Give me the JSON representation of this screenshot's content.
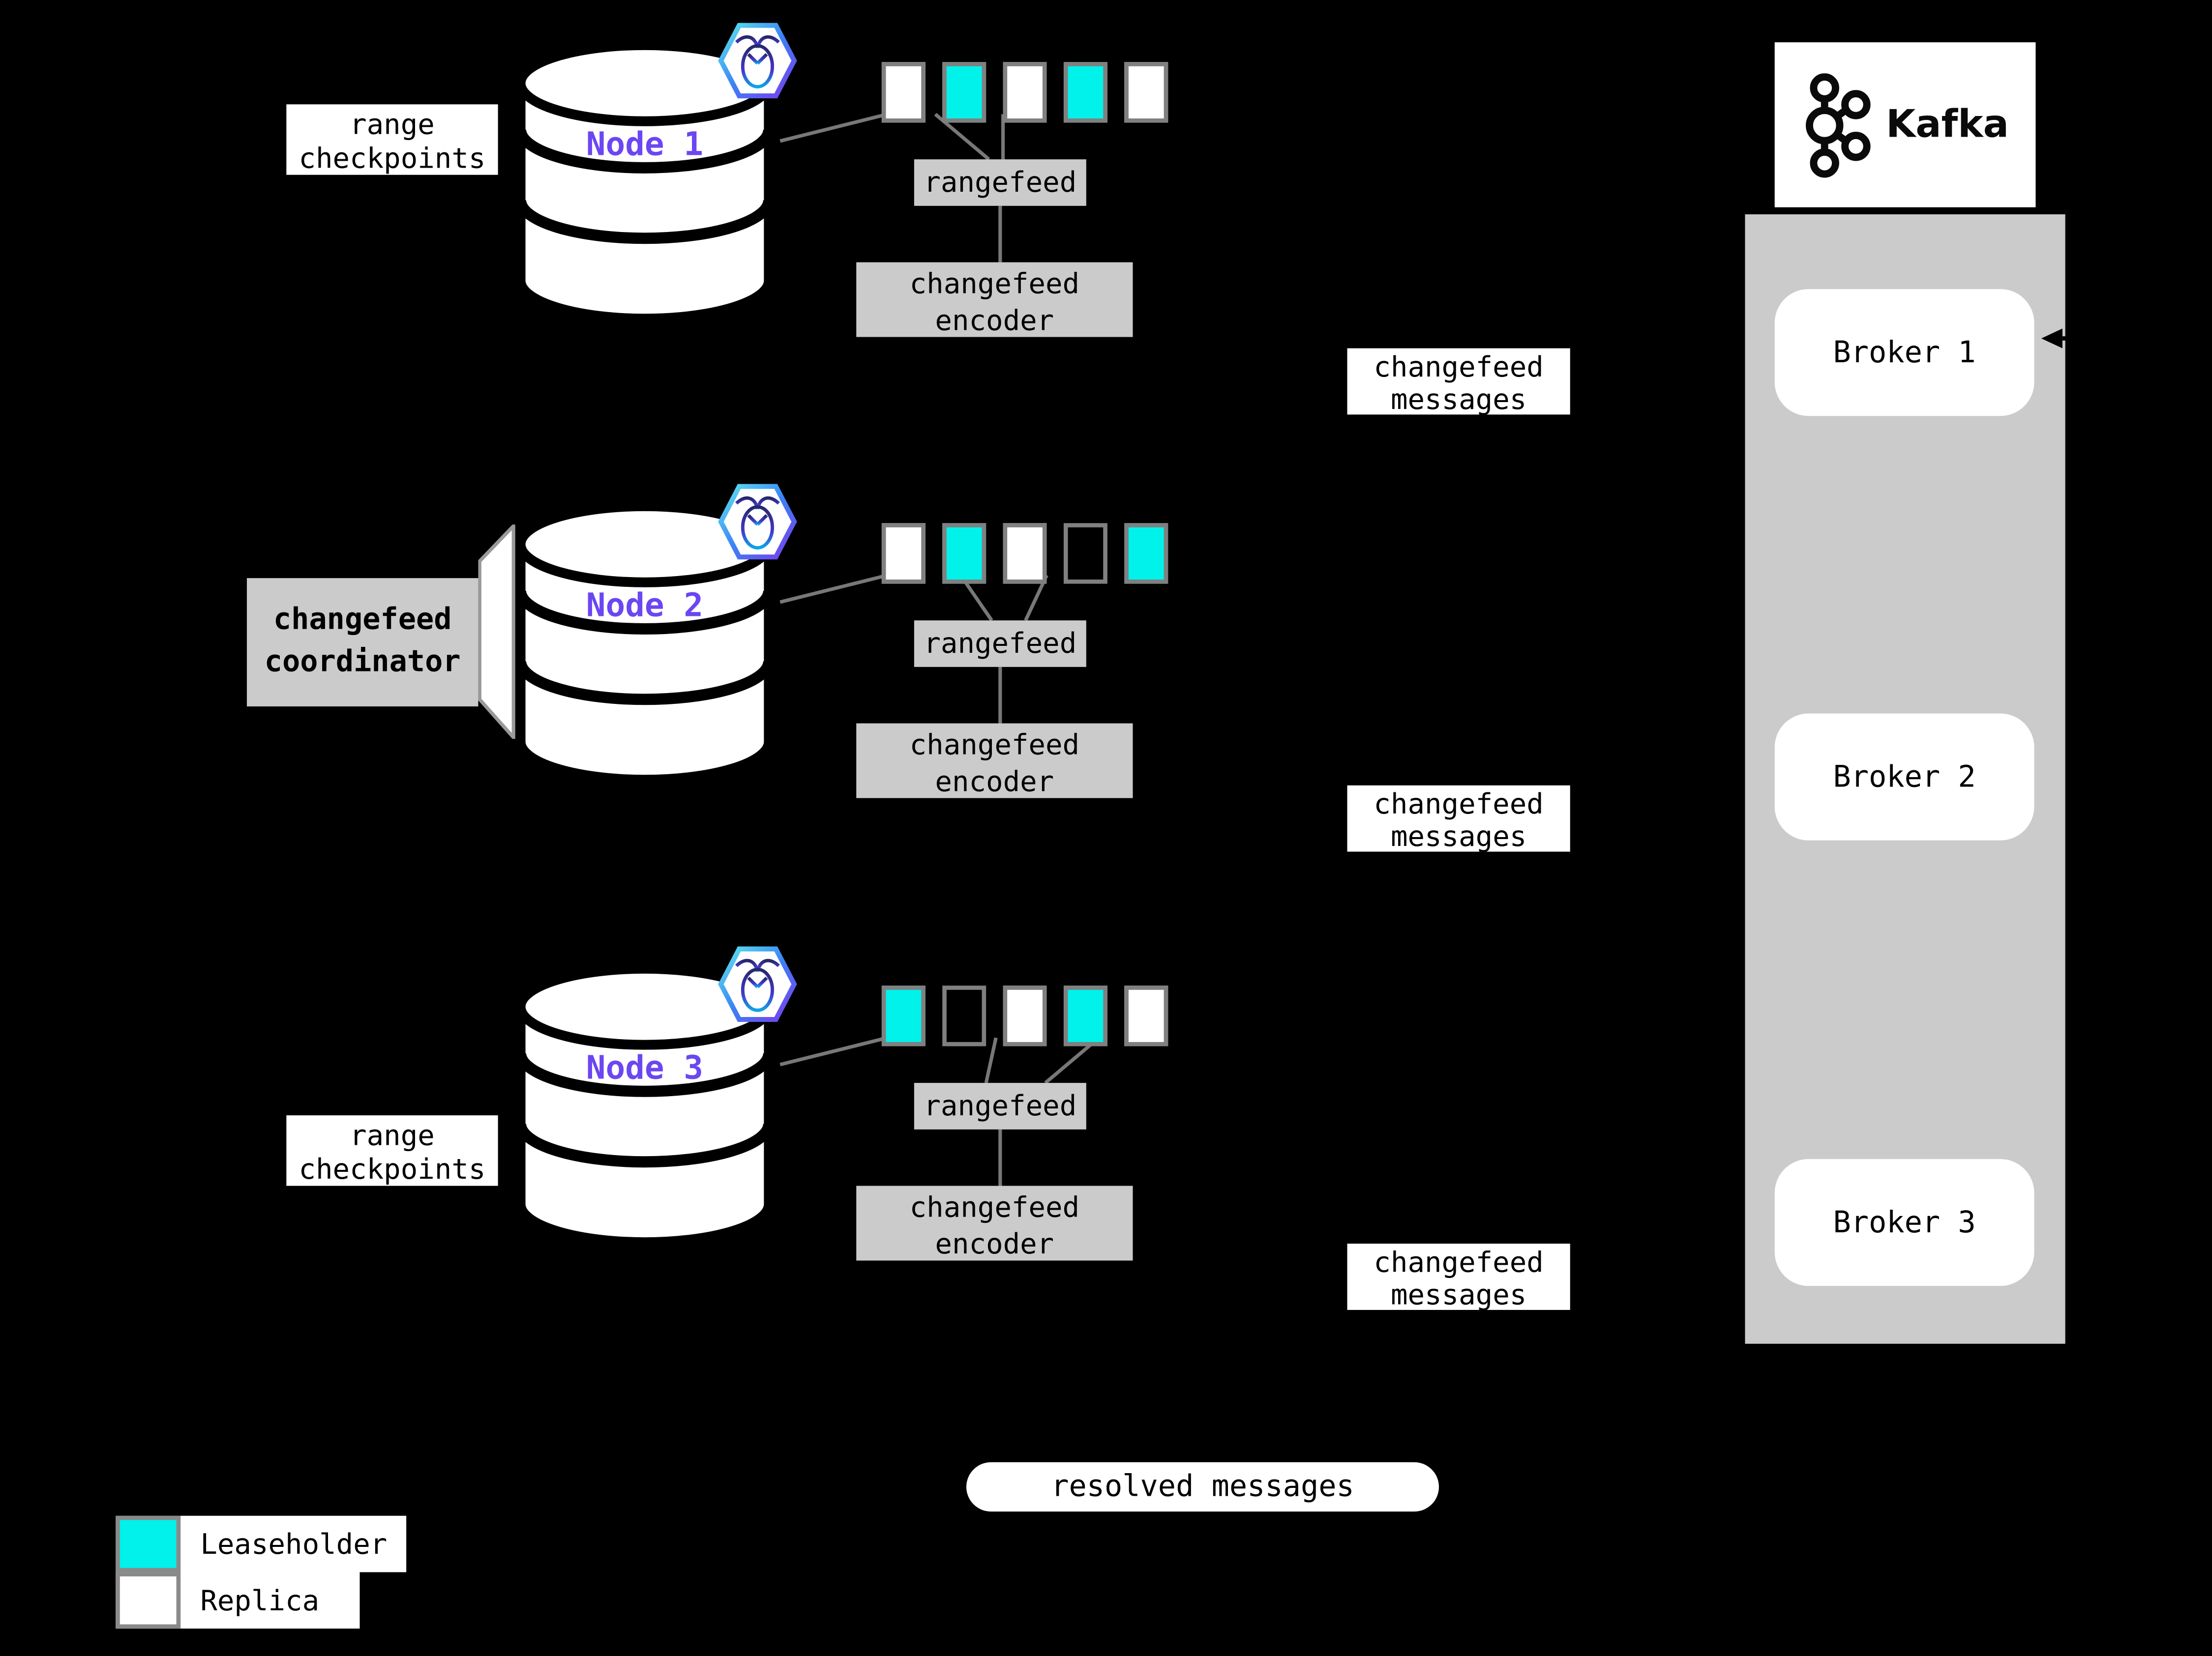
{
  "colors": {
    "leaseholder": "#00f2ea",
    "replica": "#ffffff",
    "panel": "#cbcbcb",
    "box_gray": "#cbcbcb",
    "node_label": "#6b46f2",
    "range_border": "#808080",
    "connector_line": "#787878"
  },
  "nodes": [
    {
      "name": "Node 1",
      "ranges": [
        "replica",
        "leaseholder",
        "replica",
        "leaseholder",
        "replica"
      ]
    },
    {
      "name": "Node 2",
      "ranges": [
        "replica",
        "leaseholder",
        "replica",
        "empty",
        "leaseholder"
      ]
    },
    {
      "name": "Node 3",
      "ranges": [
        "leaseholder",
        "empty",
        "replica",
        "leaseholder",
        "replica"
      ]
    }
  ],
  "labels": {
    "rangefeed": "rangefeed",
    "encoder_line1": "changefeed",
    "encoder_line2": "encoder",
    "changefeed_messages_line1": "changefeed",
    "changefeed_messages_line2": "messages",
    "range_checkpoints_line1": "range",
    "range_checkpoints_line2": "checkpoints",
    "coordinator_line1": "changefeed",
    "coordinator_line2": "coordinator",
    "resolved_messages": "resolved messages"
  },
  "legend": {
    "leaseholder_label": "Leaseholder",
    "replica_label": "Replica"
  },
  "kafka": {
    "logo_text": "Kafka",
    "brokers": [
      "Broker 1",
      "Broker 2",
      "Broker 3"
    ]
  }
}
